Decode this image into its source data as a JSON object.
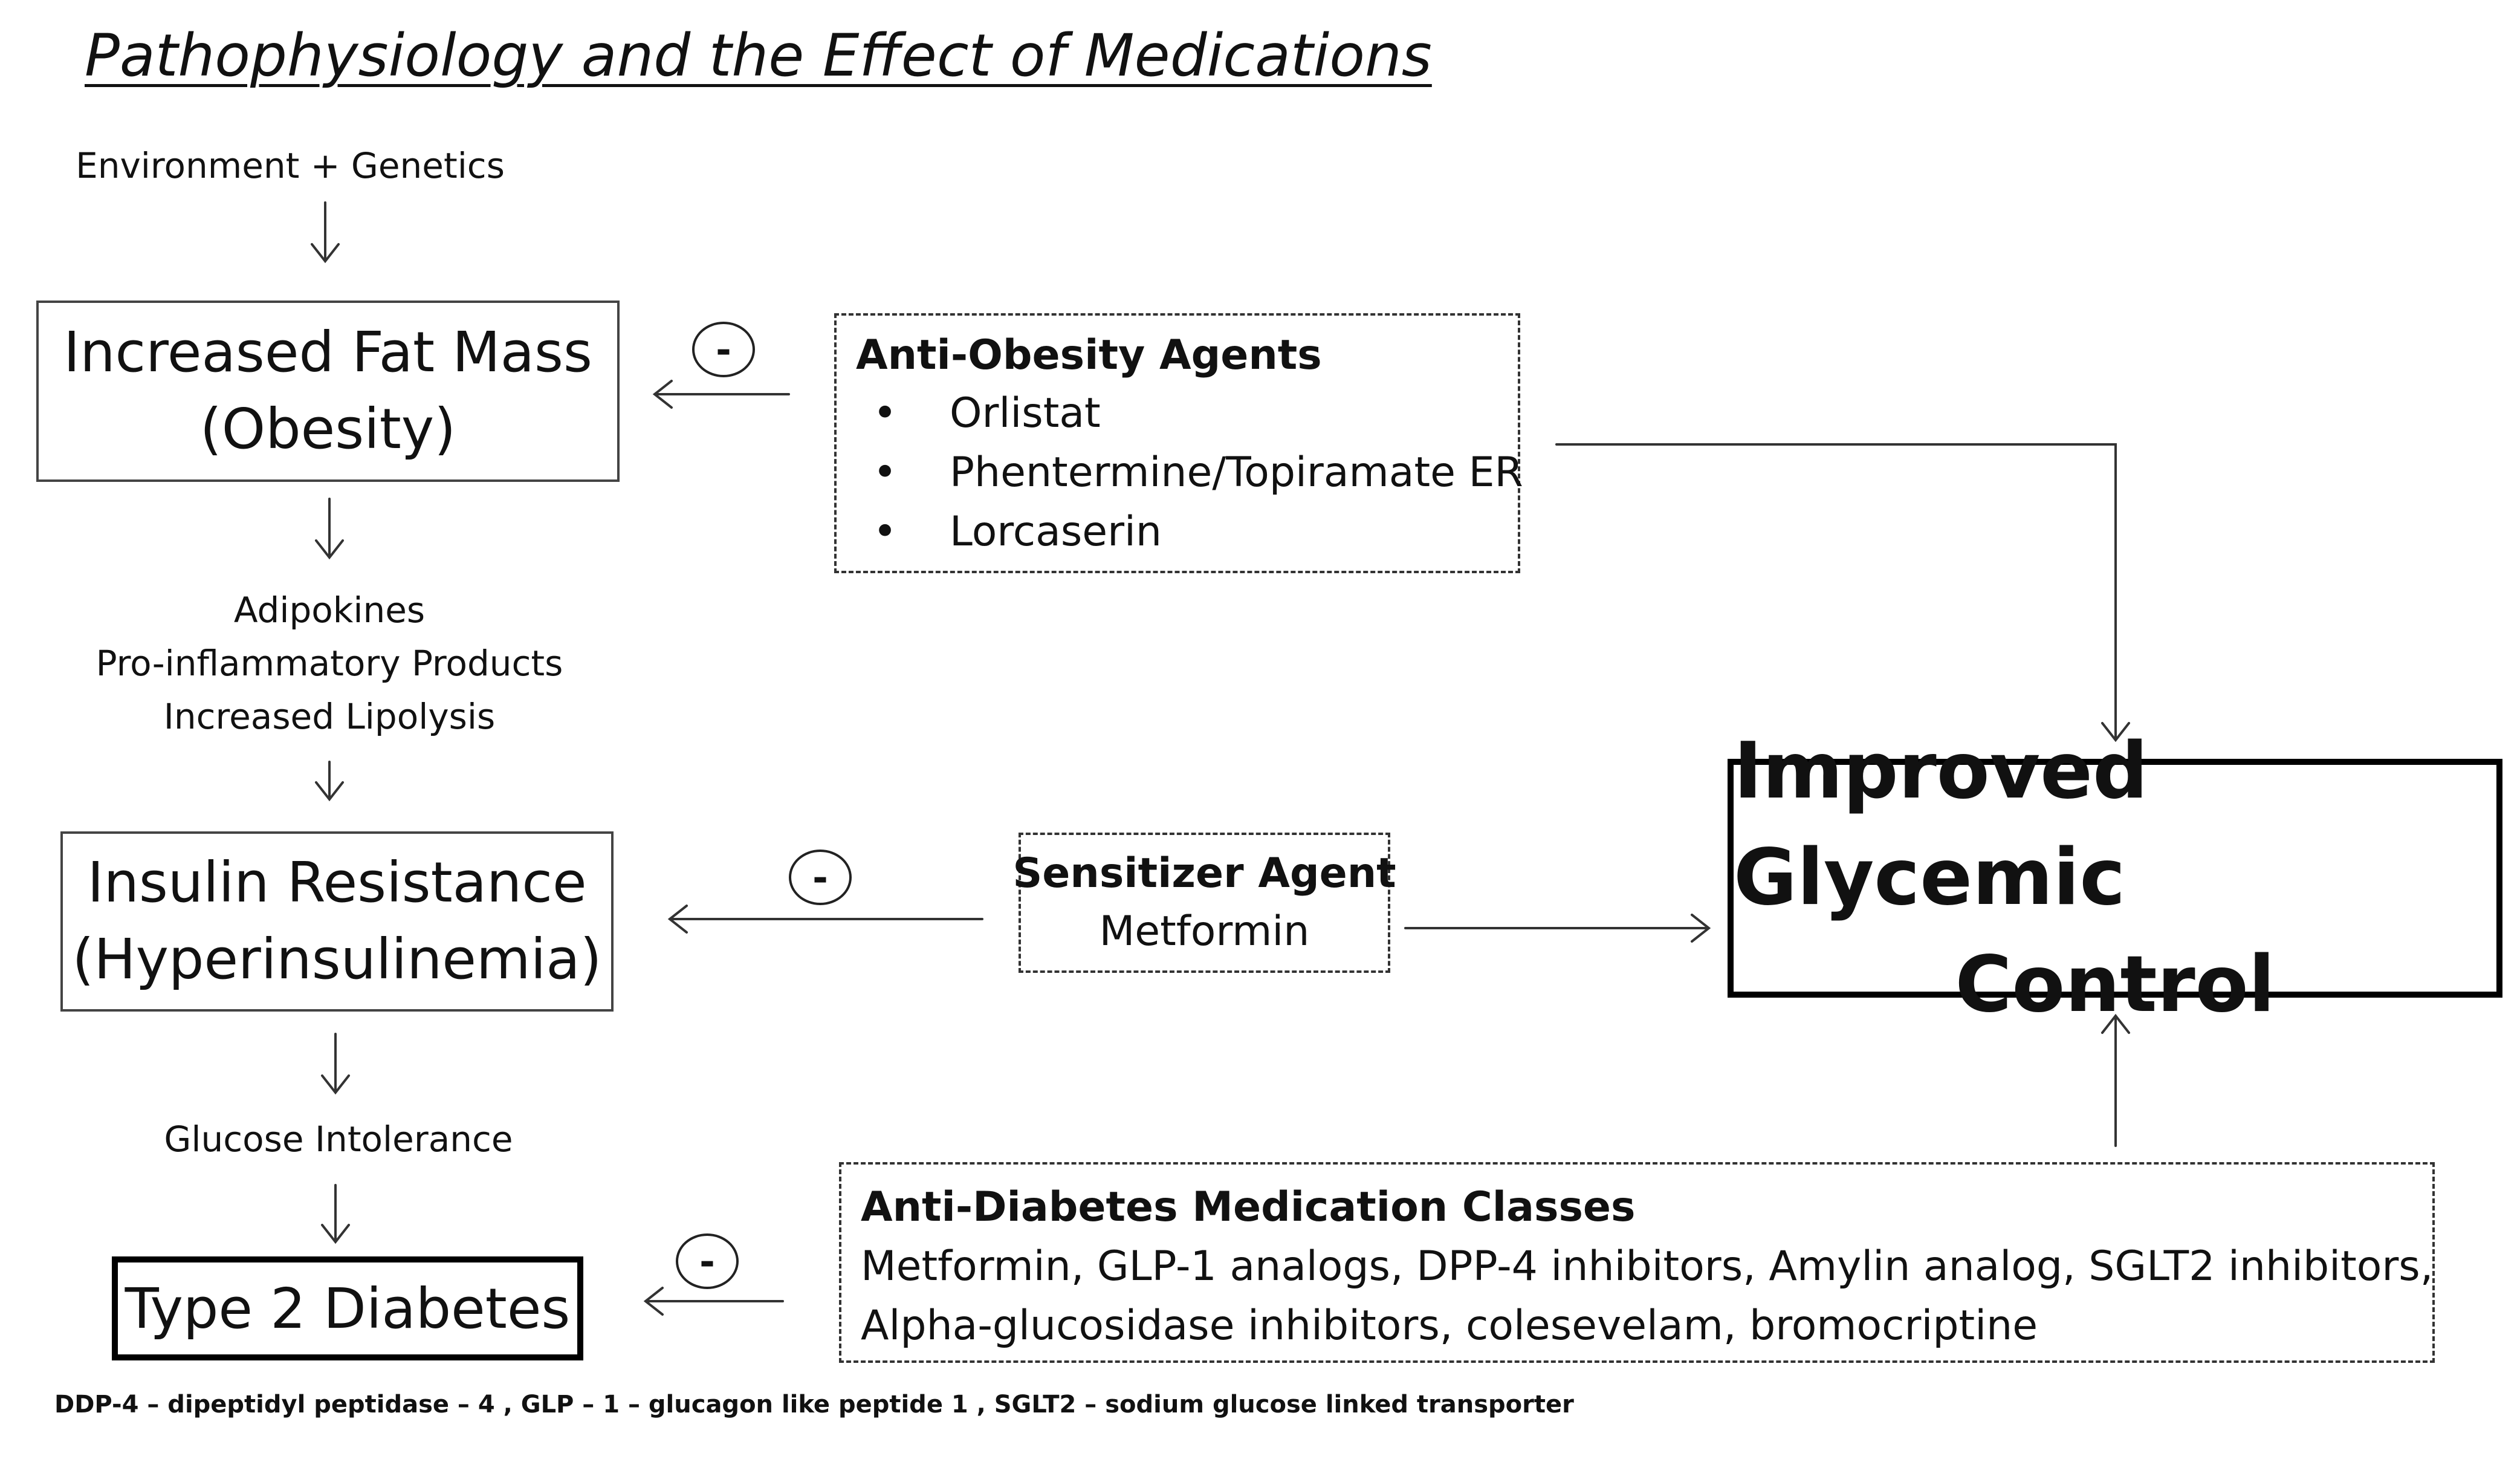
{
  "title": "Pathophysiology and the Effect of Medications",
  "causes_label": "Environment  +  Genetics",
  "fat_mass_box": {
    "line1": "Increased Fat Mass",
    "line2": "(Obesity)"
  },
  "adipokines_labels": [
    "Adipokines",
    "Pro-inflammatory Products",
    "Increased Lipolysis"
  ],
  "insulin_box": {
    "line1": "Insulin Resistance",
    "line2": "(Hyperinsulinemia)"
  },
  "glucose_label": "Glucose Intolerance",
  "diabetes_box": {
    "label": "Type 2 Diabetes"
  },
  "minus_symbol": "-",
  "anti_obesity": {
    "title": "Anti-Obesity Agents",
    "items": [
      "Orlistat",
      "Phentermine/Topiramate ER",
      "Lorcaserin"
    ]
  },
  "sensitizer": {
    "title": "Sensitizer Agent",
    "item": "Metformin"
  },
  "glycemic_box": {
    "line1": "Improved Glycemic",
    "line2": "Control"
  },
  "anti_diabetes": {
    "title": "Anti-Diabetes Medication Classes",
    "line1": "Metformin, GLP-1 analogs, DPP-4 inhibitors, Amylin analog, SGLT2 inhibitors,",
    "line2": "Alpha-glucosidase inhibitors, colesevelam, bromocriptine"
  },
  "footnote": "DDP-4 – dipeptidyl peptidase – 4 , GLP – 1 – glucagon like peptide 1 , SGLT2 – sodium glucose linked transporter"
}
